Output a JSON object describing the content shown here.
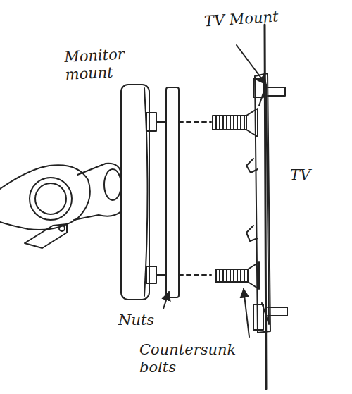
{
  "diagram": {
    "labels": [
      "TV Mount",
      "Monitor mount",
      "TV",
      "Nuts",
      "Countersunk bolts"
    ]
  }
}
